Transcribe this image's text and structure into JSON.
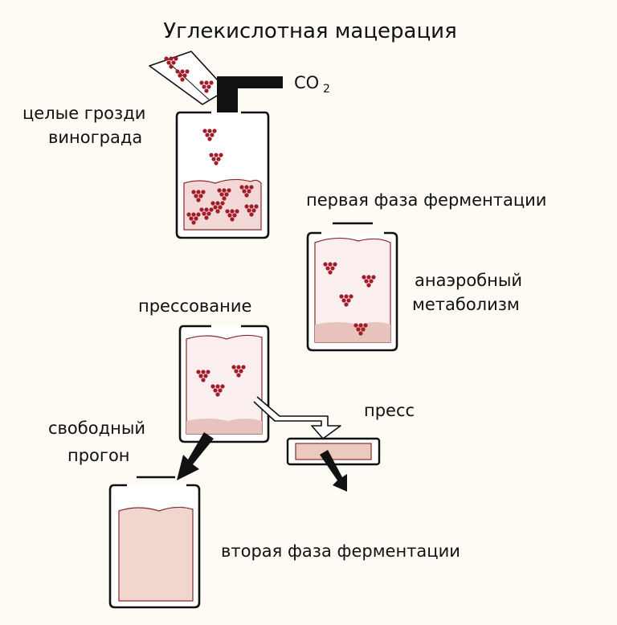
{
  "title": "Углекислотная мацерация",
  "co2": {
    "main": "CO",
    "sub": "2"
  },
  "labels": {
    "whole_bunches_line1": "целые грозди",
    "whole_bunches_line2": "винограда",
    "first_phase": "первая фаза ферментации",
    "anaerobic_line1": "анаэробный",
    "anaerobic_line2": "метаболизм",
    "pressing": "прессование",
    "press": "пресс",
    "free_run_line1": "свободный",
    "free_run_line2": "прогон",
    "second_phase": "вторая фаза ферментации"
  },
  "colors": {
    "background": "#fdfbf3",
    "ink": "#111111",
    "grape": "#a01c28",
    "must_fill": "#f2d8d6",
    "must_dark": "#e8c3bd",
    "juice_fill": "#ecc9bf"
  }
}
